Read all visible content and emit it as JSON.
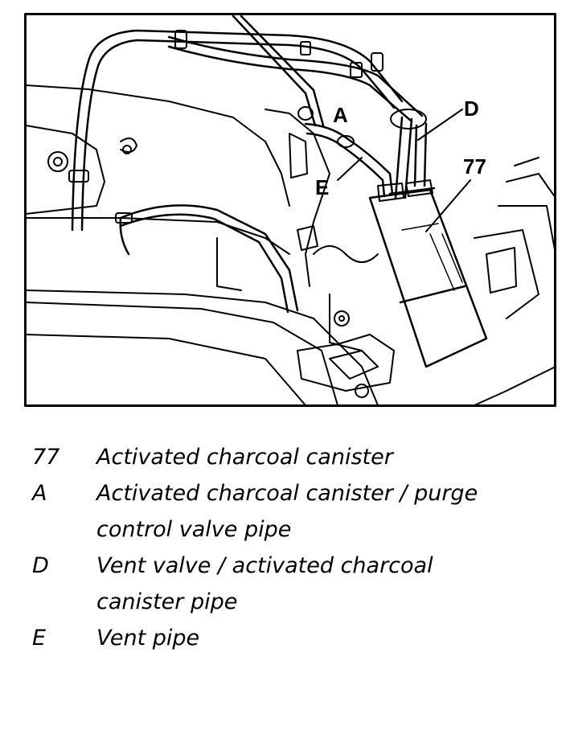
{
  "figure": {
    "callouts": {
      "a": "A",
      "d": "D",
      "e": "E",
      "n77": "77"
    }
  },
  "legend": {
    "items": [
      {
        "key": "77",
        "lines": [
          "Activated charcoal canister"
        ]
      },
      {
        "key": "A",
        "lines": [
          "Activated charcoal canister / purge",
          "control valve pipe"
        ]
      },
      {
        "key": "D",
        "lines": [
          "Vent valve / activated charcoal",
          "canister pipe"
        ]
      },
      {
        "key": "E",
        "lines": [
          "Vent pipe"
        ]
      }
    ]
  }
}
